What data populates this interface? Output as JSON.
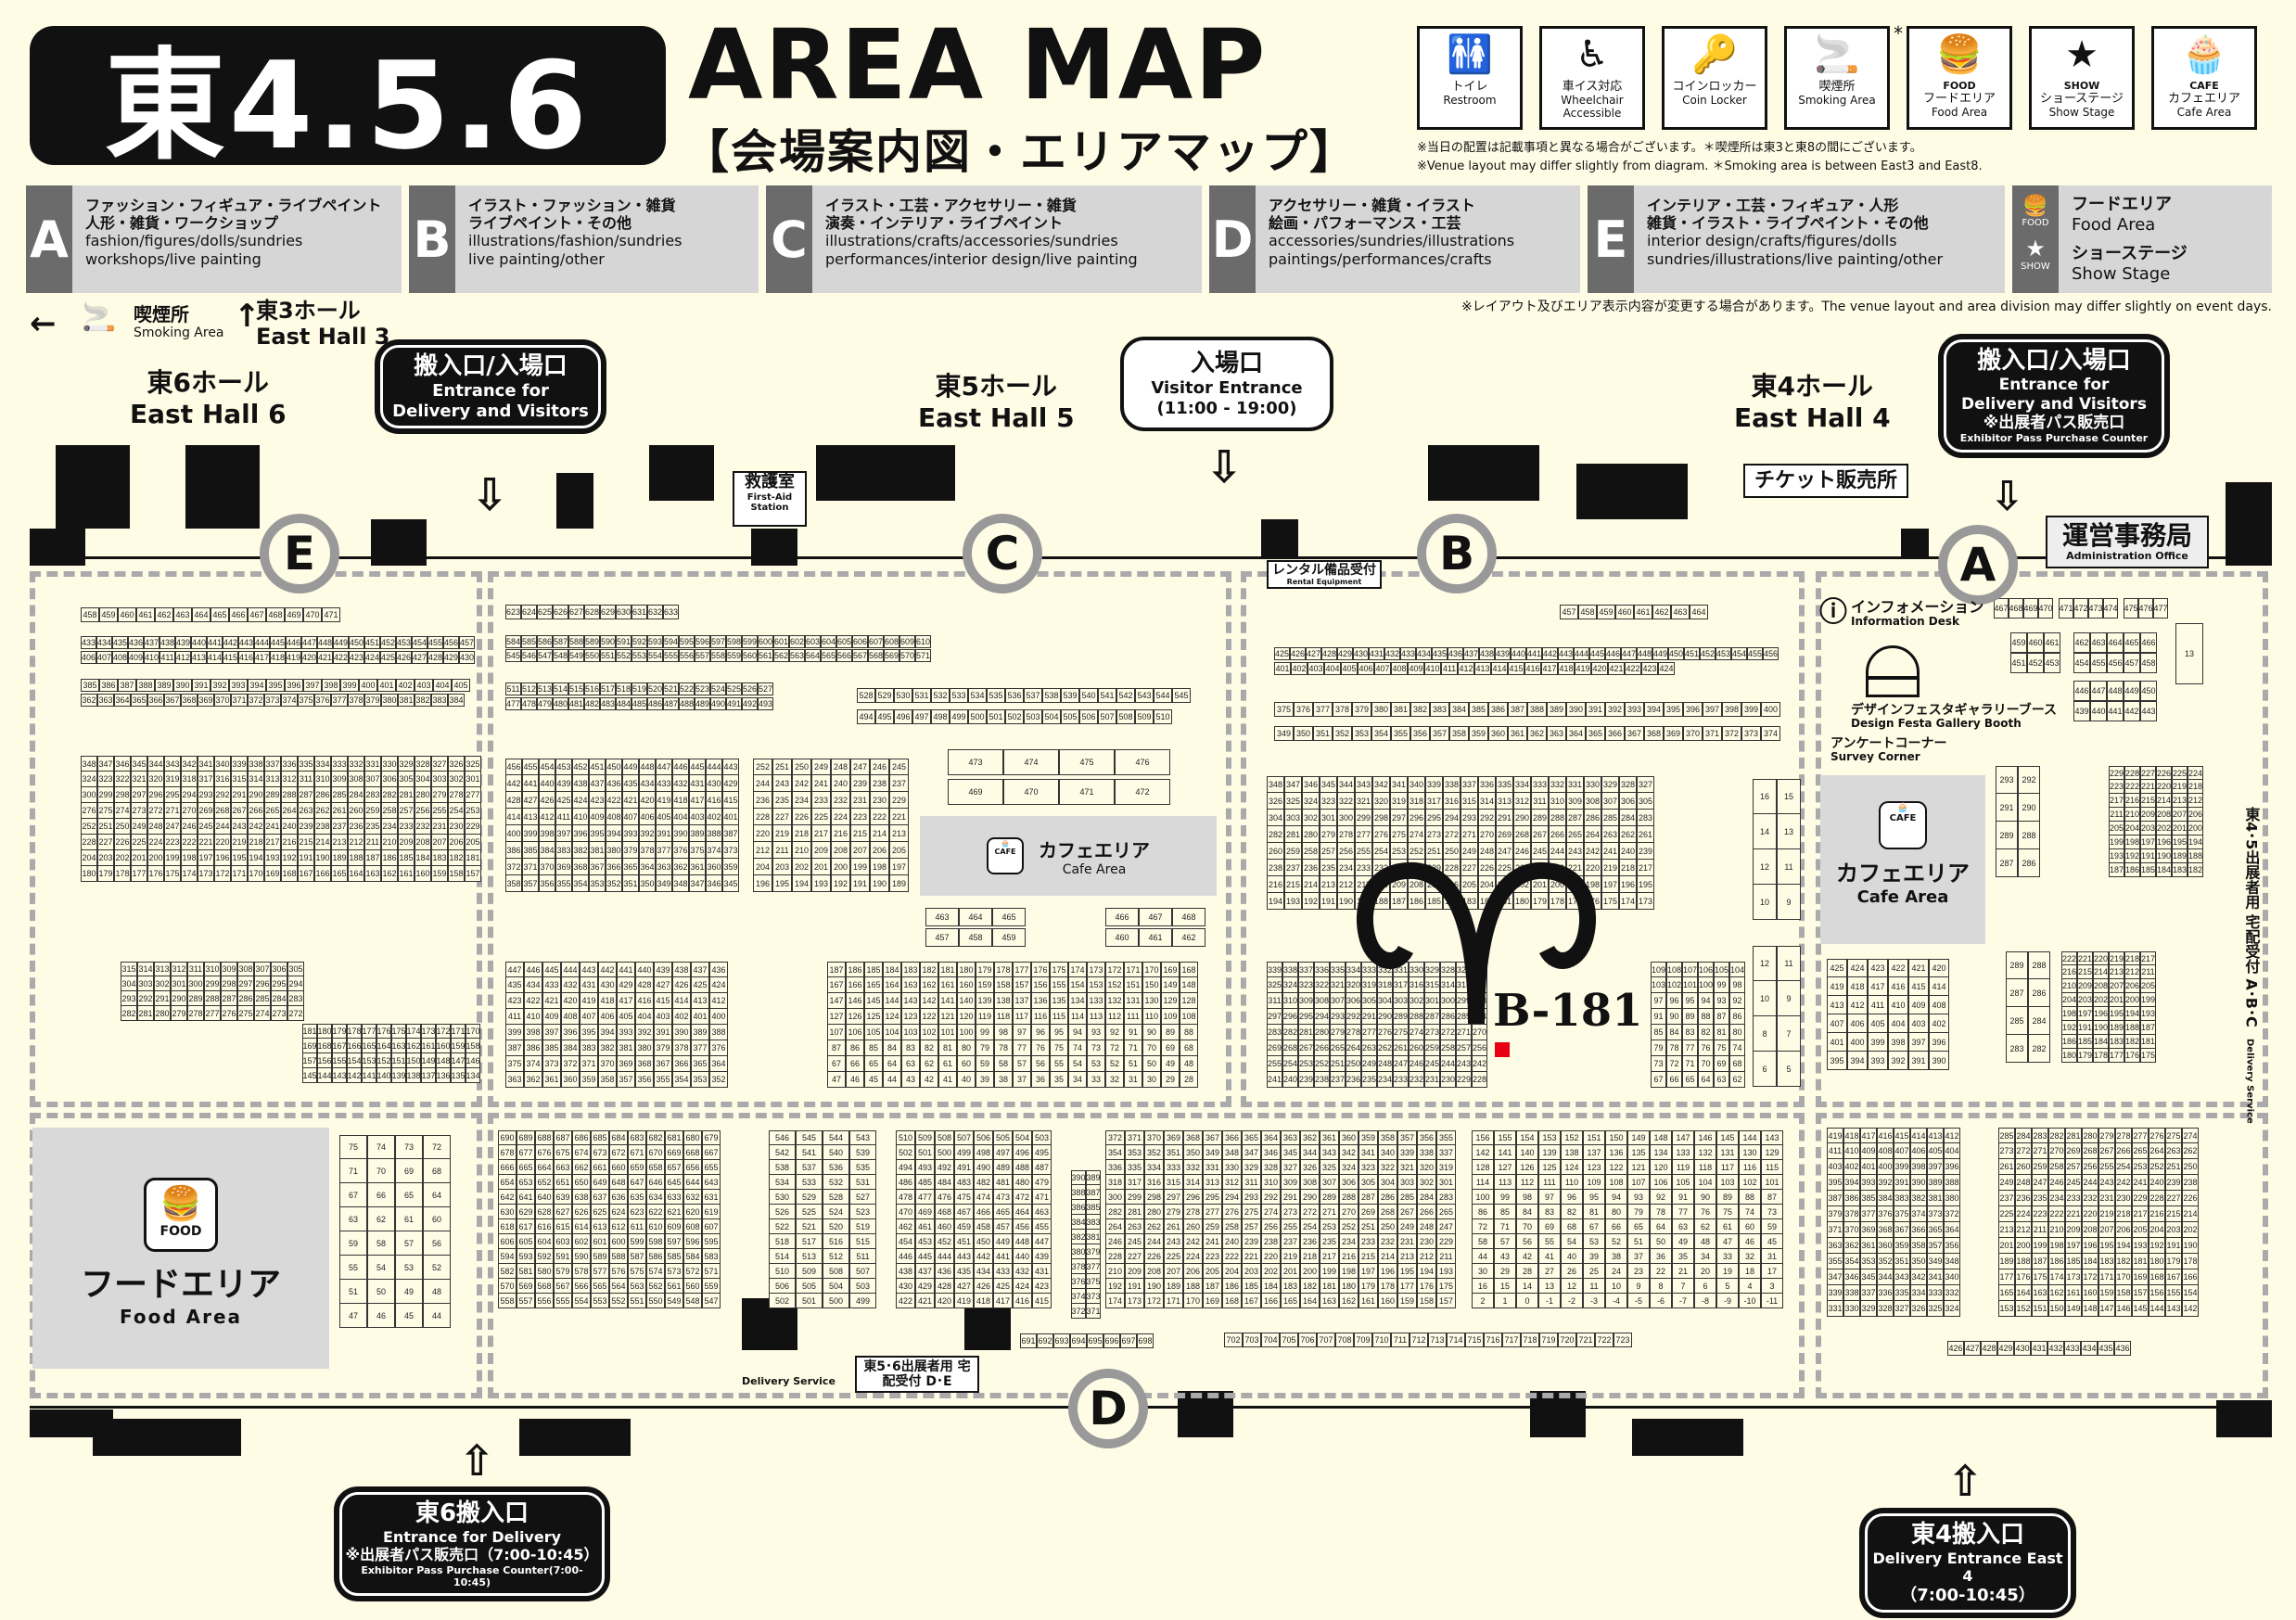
{
  "header": {
    "title": "東4.5.6",
    "area_map": "AREA MAP",
    "subtitle": "【会場案内図・エリアマップ】"
  },
  "legend": [
    {
      "icon": "restroom-icon",
      "glyph": "🚻",
      "jp": "トイレ",
      "en": "Restroom"
    },
    {
      "icon": "wheelchair-icon",
      "glyph": "♿",
      "jp": "車イス対応",
      "en": "Wheelchair Accessible"
    },
    {
      "icon": "coin-locker-icon",
      "glyph": "🔑",
      "jp": "コインロッカー",
      "en": "Coin Locker"
    },
    {
      "icon": "smoking-icon",
      "glyph": "🚬",
      "jp": "喫煙所",
      "en": "Smoking Area",
      "mark": "*"
    },
    {
      "icon": "food-icon",
      "glyph": "🍔",
      "jp": "フードエリア",
      "en": "Food Area",
      "tag": "FOOD"
    },
    {
      "icon": "star-icon",
      "glyph": "★",
      "jp": "ショーステージ",
      "en": "Show Stage",
      "tag": "SHOW"
    },
    {
      "icon": "cafe-icon",
      "glyph": "🧁",
      "jp": "カフェエリア",
      "en": "Cafe Area",
      "tag": "CAFE"
    }
  ],
  "notes": {
    "jp": "※当日の配置は記載事項と異なる場合がございます。＊喫煙所は東3と東8の間にございます。",
    "en": "※Venue layout may differ slightly from diagram. ＊Smoking area is between East3 and East8.",
    "area_note": "※レイアウト及びエリア表示内容が変更する場合があります。The venue layout and area division may differ slightly on event days."
  },
  "categories": [
    {
      "letter": "A",
      "jp1": "ファッション・フィギュア・ライブペイント",
      "jp2": "人形・雑貨・ワークショップ",
      "en1": "fashion/figures/dolls/sundries",
      "en2": "workshops/live painting"
    },
    {
      "letter": "B",
      "jp1": "イラスト・ファッション・雑貨",
      "jp2": "ライブペイント・その他",
      "en1": "illustrations/fashion/sundries",
      "en2": "live painting/other"
    },
    {
      "letter": "C",
      "jp1": "イラスト・工芸・アクセサリー・雑貨",
      "jp2": "演奏・インテリア・ライブペイント",
      "en1": "illustrations/crafts/accessories/sundries",
      "en2": "performances/interior design/live painting"
    },
    {
      "letter": "D",
      "jp1": "アクセサリー・雑貨・イラスト",
      "jp2": "絵画・パフォーマンス・工芸",
      "en1": "accessories/sundries/illustrations",
      "en2": "paintings/performances/crafts"
    },
    {
      "letter": "E",
      "jp1": "インテリア・工芸・フィギュア・人形",
      "jp2": "雑貨・イラスト・ライブペイント・その他",
      "en1": "interior design/crafts/figures/dolls",
      "en2": "sundries/illustrations/live painting/other"
    }
  ],
  "side_legend": {
    "food_tag": "FOOD",
    "food_jp": "フードエリア",
    "food_en": "Food Area",
    "show_tag": "SHOW",
    "show_jp": "ショーステージ",
    "show_en": "Show Stage"
  },
  "directions": {
    "smoking_jp": "喫煙所",
    "smoking_en": "Smoking Area",
    "east3_jp": "東3ホール",
    "east3_en": "East Hall 3"
  },
  "halls": [
    {
      "jp": "東6ホール",
      "en": "East Hall 6"
    },
    {
      "jp": "東5ホール",
      "en": "East Hall 5"
    },
    {
      "jp": "東4ホール",
      "en": "East Hall 4"
    }
  ],
  "entrances": {
    "e6_top": {
      "jp": "搬入口/入場口",
      "en1": "Entrance for",
      "en2": "Delivery and Visitors"
    },
    "visitor": {
      "jp": "入場口",
      "en": "Visitor Entrance",
      "hours": "(11:00 - 19:00)"
    },
    "e4_top": {
      "jp": "搬入口/入場口",
      "en1": "Entrance for",
      "en2": "Delivery and Visitors",
      "pass_jp": "※出展者パス販売口",
      "pass_en": "Exhibitor Pass Purchase Counter"
    },
    "e6_bottom": {
      "jp": "東6搬入口",
      "en": "Entrance for Delivery",
      "pass_jp": "※出展者パス販売口（7:00-10:45）",
      "pass_en": "Exhibitor Pass Purchase Counter(7:00-10:45)"
    },
    "e4_bottom": {
      "jp": "東4搬入口",
      "en": "Delivery Entrance East 4",
      "hours": "（7:00-10:45）"
    }
  },
  "facilities": {
    "first_aid_jp": "救護室",
    "first_aid_en": "First-Aid Station",
    "ticket": "チケット販売所",
    "admin_jp": "運営事務局",
    "admin_en": "Administration Office",
    "rental_jp": "レンタル備品受付",
    "rental_en": "Rental Equipment",
    "info_jp": "インフォメーション",
    "info_en": "Information Desk",
    "gallery_jp": "デザインフェスタギャラリーブース",
    "gallery_en": "Design Festa Gallery Booth",
    "survey_jp": "アンケートコーナー",
    "survey_en": "Survey Corner",
    "cafe_jp": "カフェエリア",
    "cafe_en": "Cafe Area",
    "cafe_tag": "CAFE",
    "food_jp": "フードエリア",
    "food_en": "Food Area",
    "food_tag": "FOOD",
    "delivery_service": "Delivery Service",
    "delivery_de": "東5･6出展者用 宅配受付 D･E",
    "delivery_abc": "東4･5出展者用 宅配受付 A･B･C"
  },
  "zones": [
    "E",
    "C",
    "B",
    "A",
    "D"
  ],
  "marker": {
    "booth": "B-181",
    "color": "#e60012"
  },
  "booth_blocks": [
    {
      "start": 458,
      "step": 1,
      "cols": 14,
      "rows": 1
    },
    {
      "start": 433,
      "step": 1,
      "cols": 25,
      "rows": 1
    },
    {
      "start": 406,
      "step": 1,
      "cols": 25,
      "rows": 1
    },
    {
      "start": 385,
      "step": 1,
      "cols": 21,
      "rows": 1
    },
    {
      "start": 362,
      "step": 1,
      "cols": 23,
      "rows": 1
    },
    {
      "start": 348,
      "step": -1,
      "cols": 24,
      "rows": 8
    },
    {
      "start": 315,
      "step": -1,
      "cols": 11,
      "rows": 4
    },
    {
      "start": 181,
      "step": -1,
      "cols": 12,
      "rows": 4
    },
    {
      "start": 75,
      "step": -1,
      "cols": 4,
      "rows": 8
    },
    {
      "start": 623,
      "step": 1,
      "cols": 11,
      "rows": 1
    },
    {
      "start": 584,
      "step": 1,
      "cols": 27,
      "rows": 1
    },
    {
      "start": 545,
      "step": 1,
      "cols": 27,
      "rows": 1
    },
    {
      "start": 511,
      "step": 1,
      "cols": 17,
      "rows": 1
    },
    {
      "start": 477,
      "step": 1,
      "cols": 17,
      "rows": 1
    },
    {
      "start": 528,
      "step": 1,
      "cols": 18,
      "rows": 1
    },
    {
      "start": 494,
      "step": 1,
      "cols": 17,
      "rows": 1
    },
    {
      "start": 456,
      "step": -1,
      "cols": 14,
      "rows": 8
    },
    {
      "start": 252,
      "step": -1,
      "cols": 8,
      "rows": 8
    },
    {
      "start": 447,
      "step": -1,
      "cols": 12,
      "rows": 8
    },
    {
      "start": 187,
      "step": -1,
      "cols": 20,
      "rows": 8
    },
    {
      "start": 473,
      "step": 1,
      "cols": 4,
      "rows": 1
    },
    {
      "start": 469,
      "step": 1,
      "cols": 4,
      "rows": 1
    },
    {
      "start": 463,
      "step": 1,
      "cols": 3,
      "rows": 1
    },
    {
      "start": 457,
      "step": 1,
      "cols": 3,
      "rows": 1
    },
    {
      "start": 466,
      "step": 1,
      "cols": 3,
      "rows": 1
    },
    {
      "start": 460,
      "step": 1,
      "cols": 3,
      "rows": 1
    },
    {
      "start": 457,
      "step": 1,
      "cols": 8,
      "rows": 1
    },
    {
      "start": 425,
      "step": 1,
      "cols": 32,
      "rows": 1
    },
    {
      "start": 401,
      "step": 1,
      "cols": 24,
      "rows": 1
    },
    {
      "start": 375,
      "step": 1,
      "cols": 26,
      "rows": 1
    },
    {
      "start": 349,
      "step": 1,
      "cols": 26,
      "rows": 1
    },
    {
      "start": 348,
      "step": -1,
      "cols": 22,
      "rows": 8
    },
    {
      "start": 339,
      "step": -1,
      "cols": 14,
      "rows": 8
    },
    {
      "start": 109,
      "step": -1,
      "cols": 6,
      "rows": 8
    },
    {
      "start": 16,
      "step": -1,
      "cols": 2,
      "rows": 4
    },
    {
      "start": 12,
      "step": -1,
      "cols": 2,
      "rows": 4
    },
    {
      "start": 467,
      "step": 1,
      "cols": 4,
      "rows": 1
    },
    {
      "start": 471,
      "step": 1,
      "cols": 4,
      "rows": 1
    },
    {
      "start": 475,
      "step": 1,
      "cols": 3,
      "rows": 1
    },
    {
      "start": 459,
      "step": 1,
      "cols": 3,
      "rows": 1
    },
    {
      "start": 451,
      "step": 1,
      "cols": 3,
      "rows": 1
    },
    {
      "start": 462,
      "step": 1,
      "cols": 5,
      "rows": 1
    },
    {
      "start": 454,
      "step": 1,
      "cols": 5,
      "rows": 1
    },
    {
      "start": 446,
      "step": 1,
      "cols": 5,
      "rows": 1
    },
    {
      "start": 439,
      "step": 1,
      "cols": 5,
      "rows": 1
    },
    {
      "start": 13,
      "step": 1,
      "cols": 1,
      "rows": 1
    },
    {
      "start": 293,
      "step": -1,
      "cols": 2,
      "rows": 4
    },
    {
      "start": 229,
      "step": -1,
      "cols": 6,
      "rows": 8
    },
    {
      "start": 425,
      "step": -1,
      "cols": 6,
      "rows": 6
    },
    {
      "start": 289,
      "step": -1,
      "cols": 2,
      "rows": 4
    },
    {
      "start": 222,
      "step": -1,
      "cols": 6,
      "rows": 8
    },
    {
      "start": 690,
      "step": -1,
      "cols": 12,
      "rows": 12
    },
    {
      "start": 546,
      "step": -1,
      "cols": 4,
      "rows": 12
    },
    {
      "start": 510,
      "step": -1,
      "cols": 8,
      "rows": 12
    },
    {
      "start": 390,
      "step": -1,
      "cols": 2,
      "rows": 10
    },
    {
      "start": 372,
      "step": -1,
      "cols": 18,
      "rows": 12
    },
    {
      "start": 156,
      "step": -1,
      "cols": 14,
      "rows": 12
    },
    {
      "start": 702,
      "step": 1,
      "cols": 22,
      "rows": 1
    },
    {
      "start": 419,
      "step": -1,
      "cols": 8,
      "rows": 12
    },
    {
      "start": 285,
      "step": -1,
      "cols": 12,
      "rows": 12
    },
    {
      "start": 426,
      "step": 1,
      "cols": 11,
      "rows": 1
    },
    {
      "start": 691,
      "step": 1,
      "cols": 8,
      "rows": 1
    }
  ]
}
